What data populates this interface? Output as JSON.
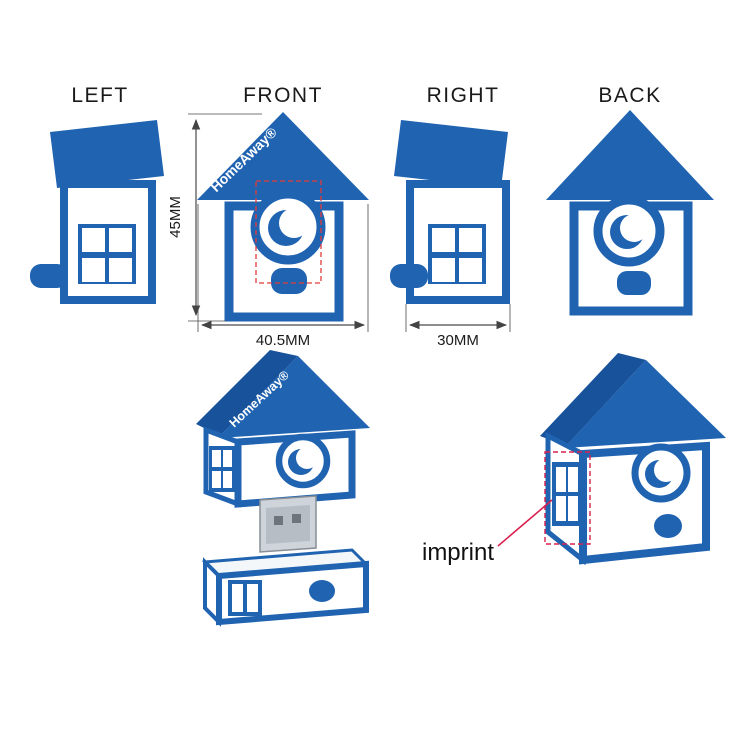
{
  "labels": {
    "left": "LEFT",
    "front": "FRONT",
    "right": "RIGHT",
    "back": "BACK"
  },
  "dimensions": {
    "front_height": "45MM",
    "front_width": "40.5MM",
    "right_width": "30MM"
  },
  "brand": {
    "front_roof": "HomeAway®",
    "exploded_roof": "HomeAway®"
  },
  "annotations": {
    "imprint": "imprint"
  },
  "colors": {
    "blue": "#2063b1",
    "blue_dark": "#17529b",
    "ink": "#1a1a1a",
    "dim": "#4a4a4a",
    "red": "#e23b3b",
    "pink": "#d9214f",
    "metal_light": "#cfd4da",
    "metal_mid": "#b7bdc4",
    "metal_dark": "#6e747b"
  }
}
